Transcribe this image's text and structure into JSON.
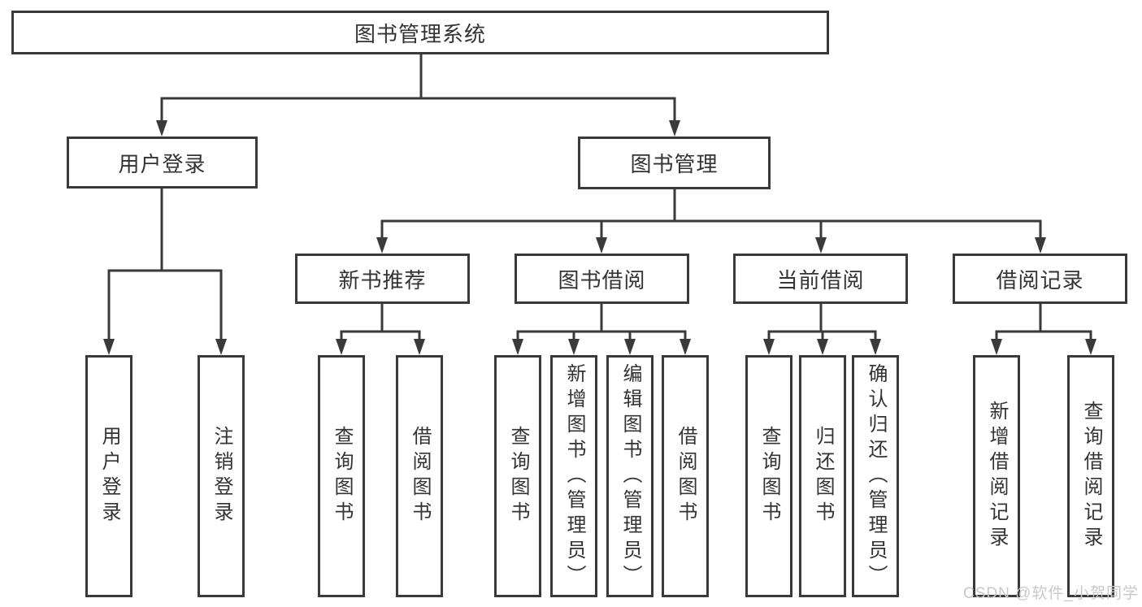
{
  "diagram": {
    "root": {
      "label": "图书管理系统"
    },
    "branches": {
      "user_login": {
        "label": "用户登录",
        "children": [
          "用户登录",
          "注销登录"
        ]
      },
      "book_manage": {
        "label": "图书管理",
        "sections": {
          "new_books": {
            "label": "新书推荐",
            "children": [
              "查询图书",
              "借阅图书"
            ]
          },
          "book_borrow": {
            "label": "图书借阅",
            "children": [
              "查询图书",
              "新增图书（管理员）",
              "编辑图书（管理员）",
              "借阅图书"
            ]
          },
          "current_borrow": {
            "label": "当前借阅",
            "children": [
              "查询图书",
              "归还图书",
              "确认归还（管理员）"
            ]
          },
          "borrow_records": {
            "label": "借阅记录",
            "children": [
              "新增借阅记录",
              "查询借阅记录"
            ]
          }
        }
      }
    }
  },
  "watermark": "CSDN @软件_小贺同学",
  "colors": {
    "line": "#3a3a3a",
    "text": "#333333",
    "watermark": "#c9c9c9",
    "background": "#ffffff"
  }
}
